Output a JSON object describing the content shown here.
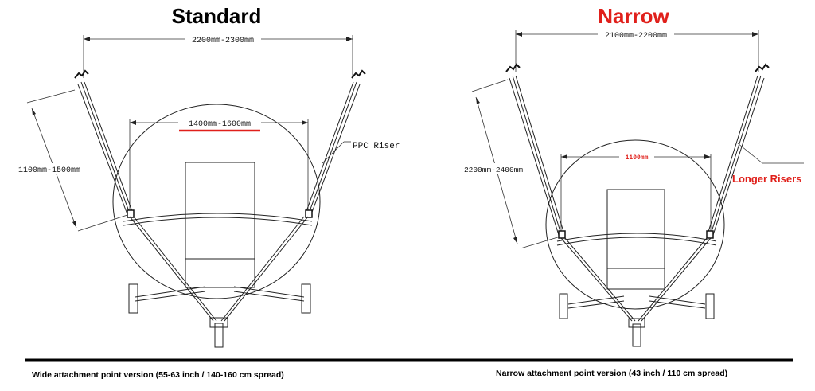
{
  "standard": {
    "title": "Standard",
    "outer_span": "2200mm-2300mm",
    "inner_span": "1400mm-1600mm",
    "riser_length": "1100mm-1500mm",
    "riser_label": "PPC Riser",
    "caption": "Wide attachment point version (55-63 inch / 140-160 cm spread)"
  },
  "narrow": {
    "title": "Narrow",
    "outer_span": "2100mm-2200mm",
    "inner_span": "1100mm",
    "riser_length": "2200mm-2400mm",
    "riser_label": "Longer Risers",
    "caption": "Narrow attachment point version (43 inch / 110 cm spread)"
  },
  "colors": {
    "accent": "#e0201b",
    "line": "#222222",
    "text": "#000000"
  }
}
